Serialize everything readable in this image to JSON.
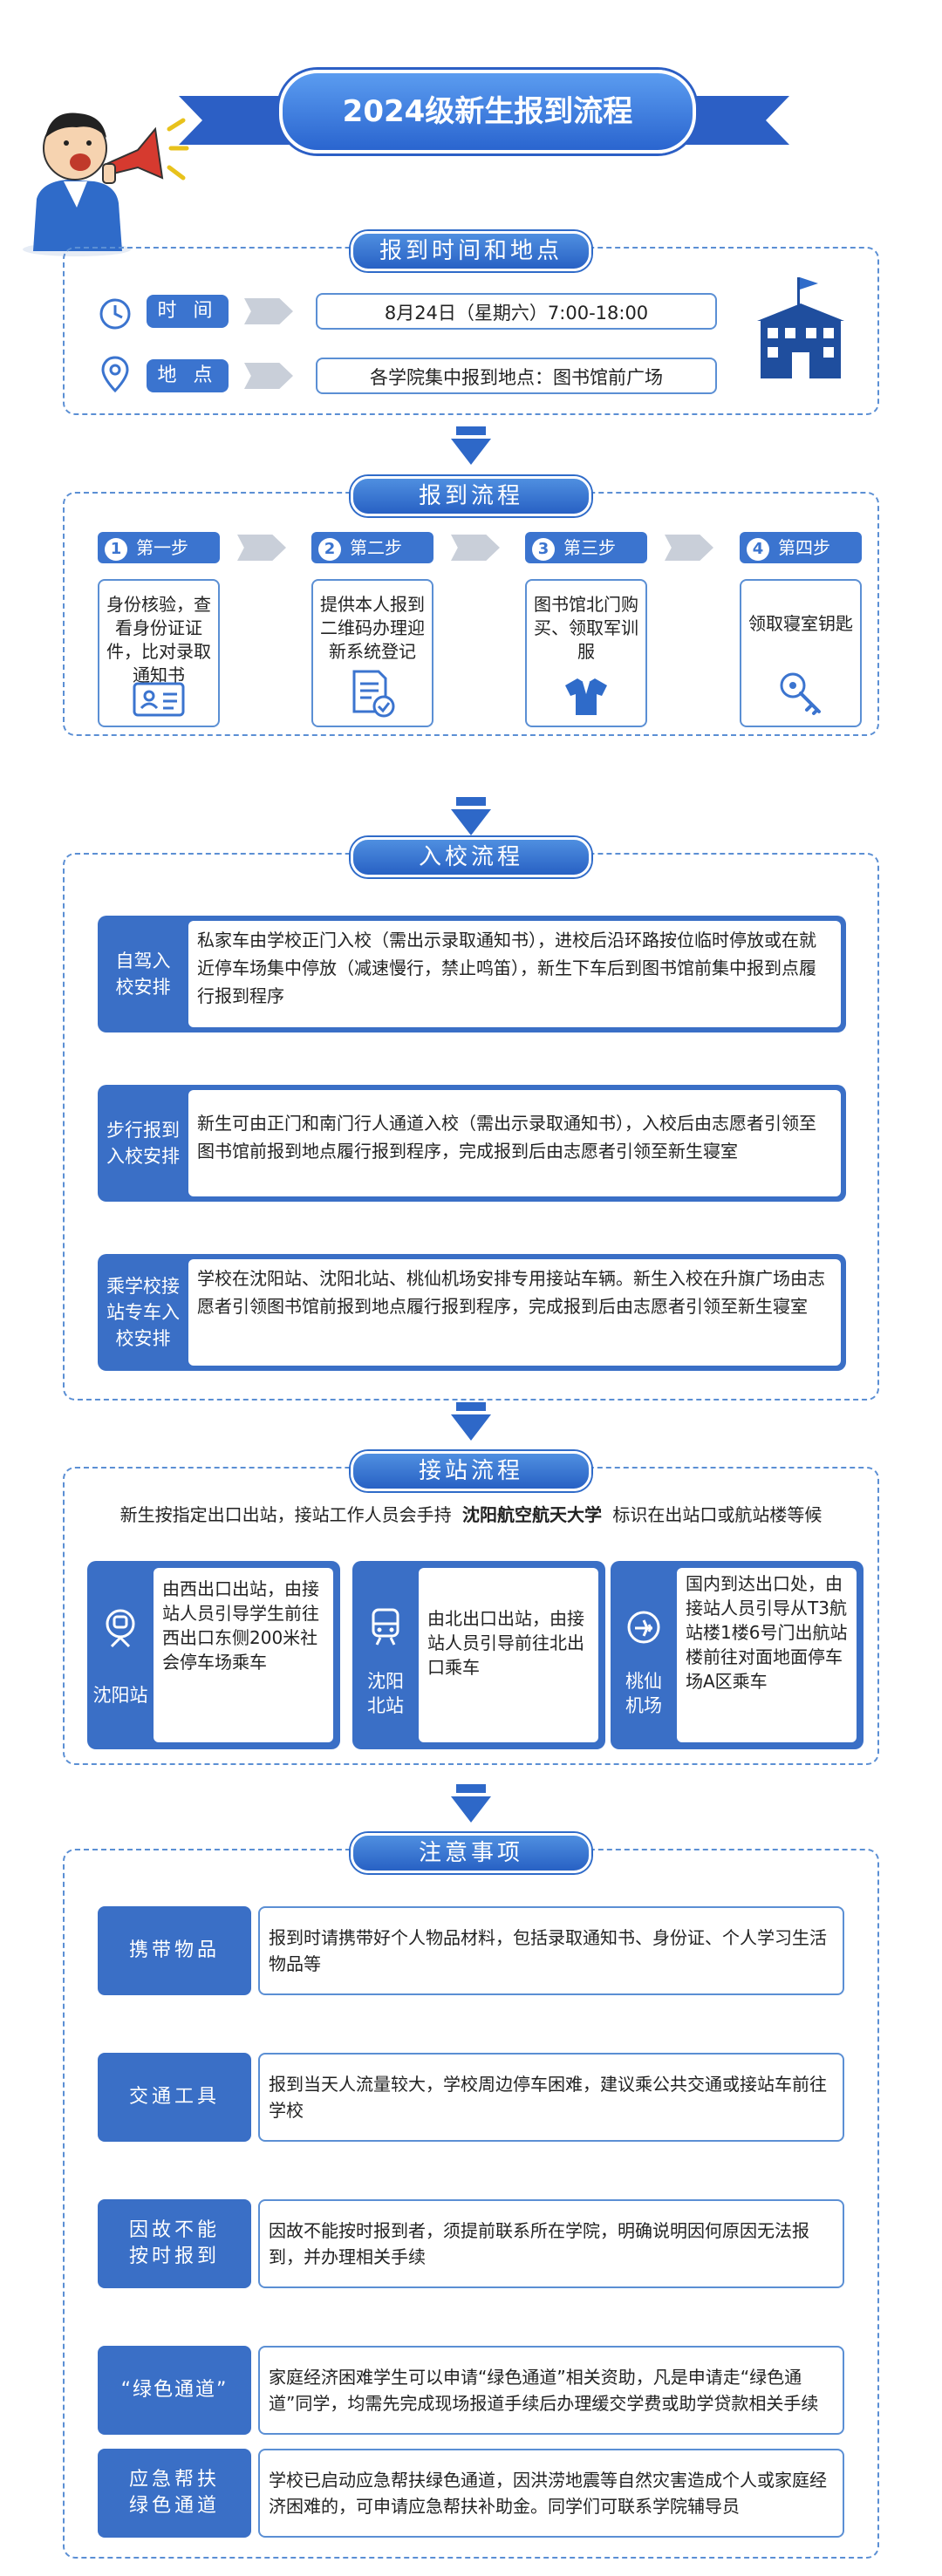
{
  "banner": {
    "title": "2024级新生报到流程"
  },
  "section_time": {
    "title": "报到时间和地点",
    "time_label": "时 间",
    "time_value": "8月24日（星期六）7:00-18:00",
    "place_label": "地 点",
    "place_value": "各学院集中报到地点：图书馆前广场"
  },
  "section_process": {
    "title": "报到流程",
    "steps": [
      {
        "num": "1",
        "label": "第一步",
        "text": "身份核验，查看身份证证件，比对录取通知书",
        "icon": "id-card-icon"
      },
      {
        "num": "2",
        "label": "第二步",
        "text": "提供本人报到二维码办理迎新系统登记",
        "icon": "document-check-icon"
      },
      {
        "num": "3",
        "label": "第三步",
        "text": "图书馆北门购买、领取军训服",
        "icon": "uniform-icon"
      },
      {
        "num": "4",
        "label": "第四步",
        "text": "领取寝室钥匙",
        "icon": "key-icon"
      }
    ]
  },
  "section_entry": {
    "title": "入校流程",
    "items": [
      {
        "label": "自驾入校安排",
        "text": "私家车由学校正门入校（需出示录取通知书），进校后沿环路按位临时停放或在就近停车场集中停放（减速慢行，禁止鸣笛），新生下车后到图书馆前集中报到点履行报到程序"
      },
      {
        "label": "步行报到入校安排",
        "text": "新生可由正门和南门行人通道入校（需出示录取通知书），入校后由志愿者引领至图书馆前报到地点履行报到程序，完成报到后由志愿者引领至新生寝室"
      },
      {
        "label": "乘学校接站专车入校安排",
        "text": "学校在沈阳站、沈阳北站、桃仙机场安排专用接站车辆。新生入校在升旗广场由志愿者引领图书馆前报到地点履行报到程序，完成报到后由志愿者引领至新生寝室"
      }
    ]
  },
  "section_pickup": {
    "title": "接站流程",
    "intro_pre": "新生按指定出口出站，接站工作人员会手持",
    "intro_bold": "沈阳航空航天大学",
    "intro_post": "标识在出站口或航站楼等候",
    "stations": [
      {
        "name": "沈阳站",
        "icon": "train-icon",
        "text": "由西出口出站，由接站人员引导学生前往西出口东侧200米社会停车场乘车"
      },
      {
        "name": "沈阳北站",
        "icon": "subway-icon",
        "text": "由北出口出站，由接站人员引导前往北出口乘车"
      },
      {
        "name": "桃仙机场",
        "icon": "airplane-icon",
        "text": "国内到达出口处，由接站人员引导从T3航站楼1楼6号门出航站楼前往对面地面停车场A区乘车"
      }
    ]
  },
  "section_notes": {
    "title": "注意事项",
    "items": [
      {
        "label": "携带物品",
        "text": "报到时请携带好个人物品材料，包括录取通知书、身份证、个人学习生活物品等"
      },
      {
        "label": "交通工具",
        "text": "报到当天人流量较大，学校周边停车困难，建议乘公共交通或接站车前往学校"
      },
      {
        "label": "因故不能按时报到",
        "text": "因故不能按时报到者，须提前联系所在学院，明确说明因何原因无法报到，并办理相关手续"
      },
      {
        "label": "“绿色通道”",
        "text": "家庭经济困难学生可以申请“绿色通道”相关资助，凡是申请走“绿色通道”同学，均需先完成现场报道手续后办理缓交学费或助学贷款相关手续"
      },
      {
        "label": "应急帮扶绿色通道",
        "text": "学校已启动应急帮扶绿色通道，因洪涝地震等自然灾害造成个人或家庭经济困难的，可申请应急帮扶补助金。同学们可联系学院辅导员"
      }
    ]
  },
  "colors": {
    "primary": "#3a6fc6",
    "accent": "#2c5fc5",
    "border": "#5b8fd4",
    "chevron": "#c9cfd9"
  }
}
